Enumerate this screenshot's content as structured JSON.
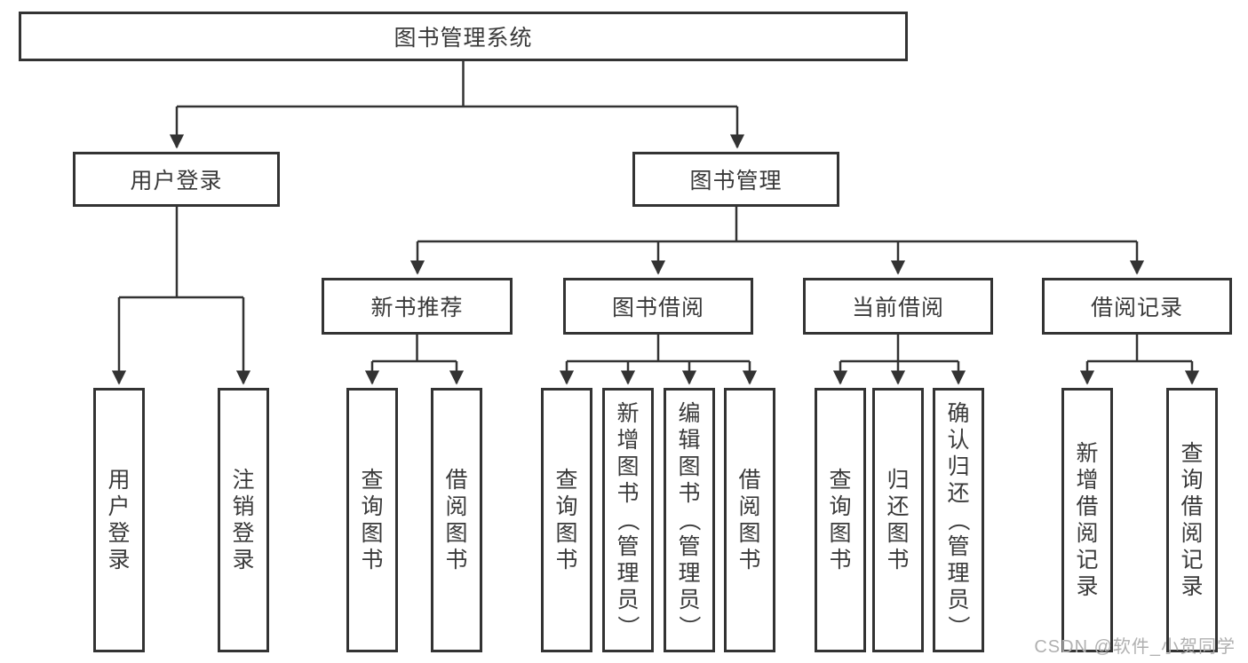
{
  "diagram": {
    "type": "hierarchy-tree",
    "root": {
      "label": "图书管理系统",
      "children": [
        {
          "label": "用户登录",
          "children": [
            {
              "label": "用户登录"
            },
            {
              "label": "注销登录"
            }
          ]
        },
        {
          "label": "图书管理",
          "children": [
            {
              "label": "新书推荐",
              "children": [
                {
                  "label": "查询图书"
                },
                {
                  "label": "借阅图书"
                }
              ]
            },
            {
              "label": "图书借阅",
              "children": [
                {
                  "label": "查询图书"
                },
                {
                  "label": "新增图书（管理员）"
                },
                {
                  "label": "编辑图书（管理员）"
                },
                {
                  "label": "借阅图书"
                }
              ]
            },
            {
              "label": "当前借阅",
              "children": [
                {
                  "label": "查询图书"
                },
                {
                  "label": "归还图书"
                },
                {
                  "label": "确认归还（管理员）"
                }
              ]
            },
            {
              "label": "借阅记录",
              "children": [
                {
                  "label": "新增借阅记录"
                },
                {
                  "label": "查询借阅记录"
                }
              ]
            }
          ]
        }
      ]
    }
  },
  "watermark": "CSDN @软件_小贺同学",
  "colors": {
    "line": "#333333",
    "text": "#3a3a3a",
    "watermark": "#b0b0b0",
    "background": "#ffffff"
  }
}
